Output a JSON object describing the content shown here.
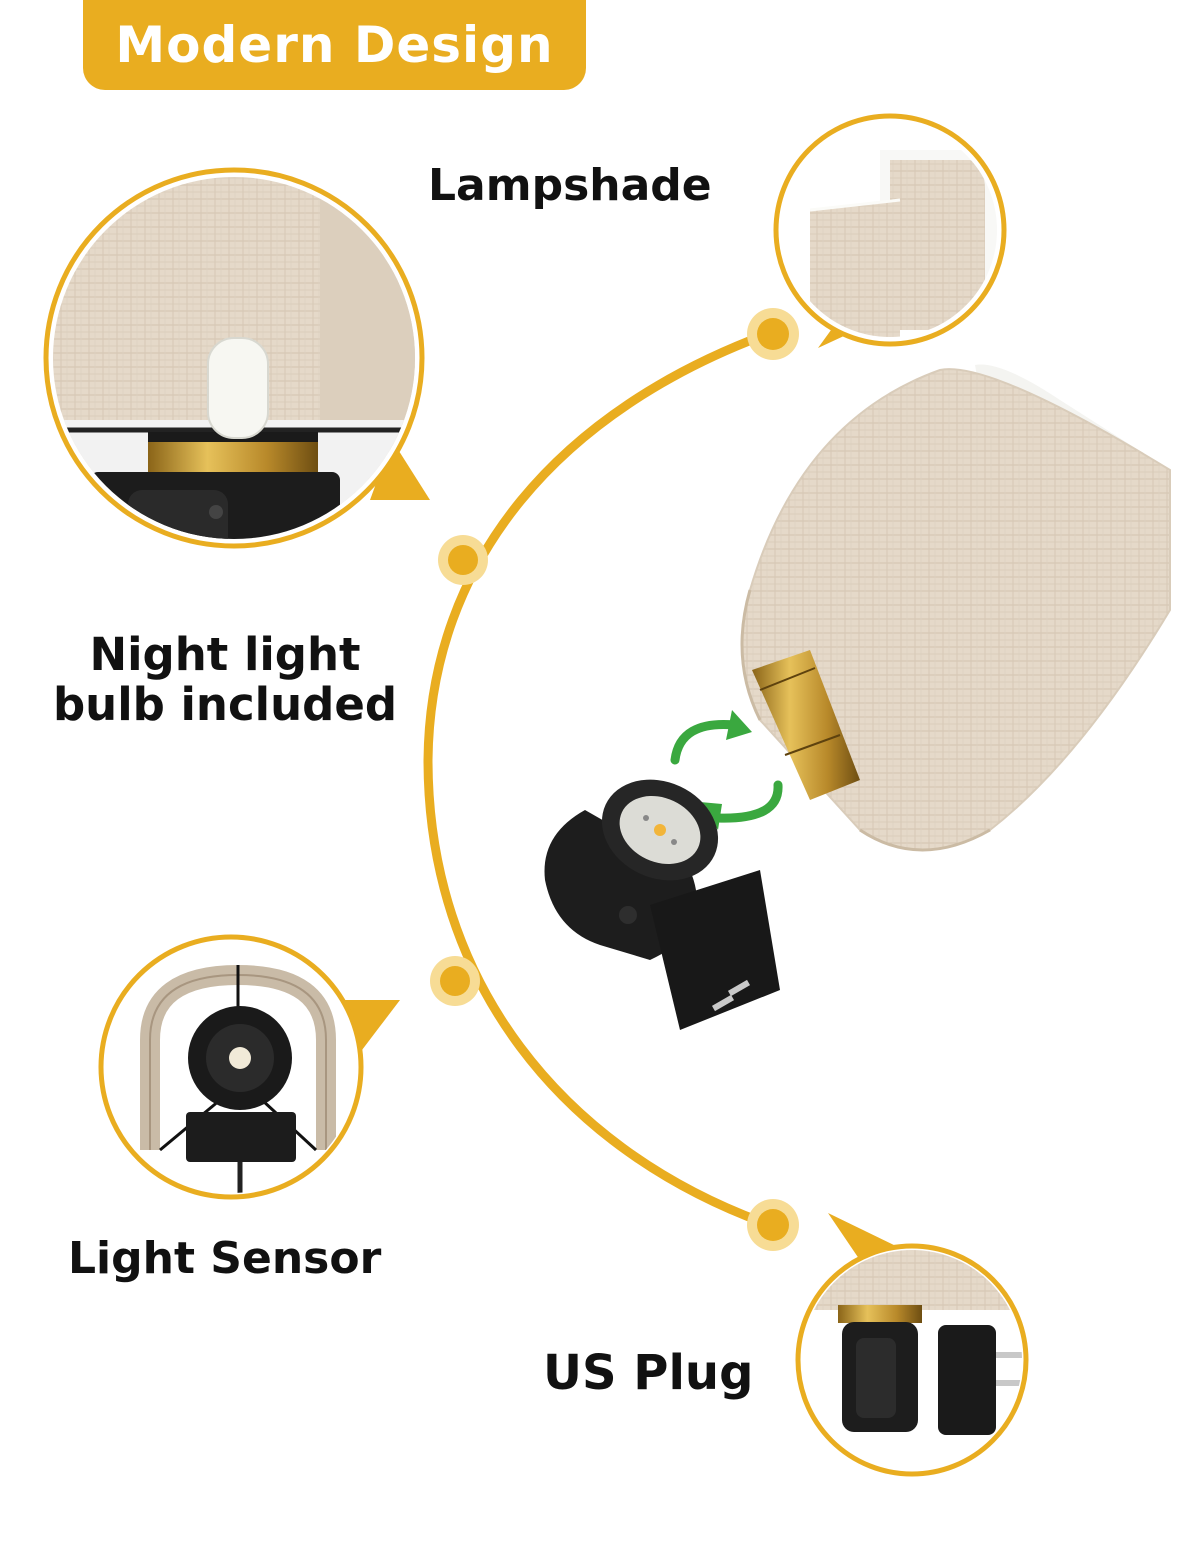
{
  "banner": {
    "text": "Modern Design"
  },
  "labels": {
    "lampshade": "Lampshade",
    "night_light_line1": "Night light",
    "night_light_line2": "bulb included",
    "light_sensor": "Light Sensor",
    "us_plug": "US Plug"
  },
  "colors": {
    "accent": "#e9ad20",
    "text": "#111111",
    "fabric": "#e3d7c7",
    "rotate_arrows": "#3aa83f",
    "plug_body": "#1c1c1c",
    "brass": "#b88a2a"
  },
  "icons": [
    "rotate-arrows-icon"
  ]
}
